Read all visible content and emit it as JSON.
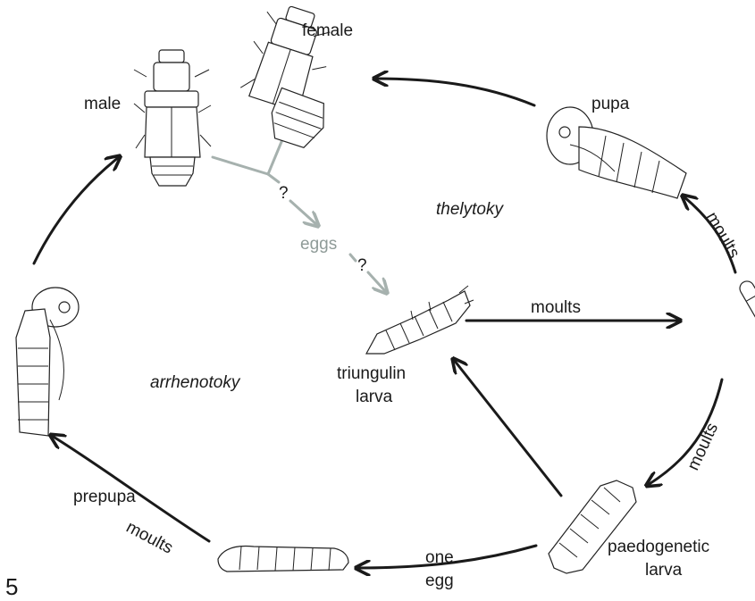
{
  "figure_number": "5",
  "stages": {
    "male": "male",
    "female": "female",
    "pupa": "pupa",
    "eggs": "eggs",
    "triungulin_line1": "triungulin",
    "triungulin_line2": "larva",
    "prepupa": "prepupa",
    "paedogenetic_line1": "paedogenetic",
    "paedogenetic_line2": "larva"
  },
  "modes": {
    "thelytoky": "thelytoky",
    "arrhenotoky": "arrhenotoky"
  },
  "transitions": {
    "moults": "moults",
    "question_mark": "?",
    "one_egg_line1": "one",
    "one_egg_line2": "egg"
  },
  "colors": {
    "ink": "#1a1a1a",
    "uncertain_path": "#a6b1ae"
  }
}
